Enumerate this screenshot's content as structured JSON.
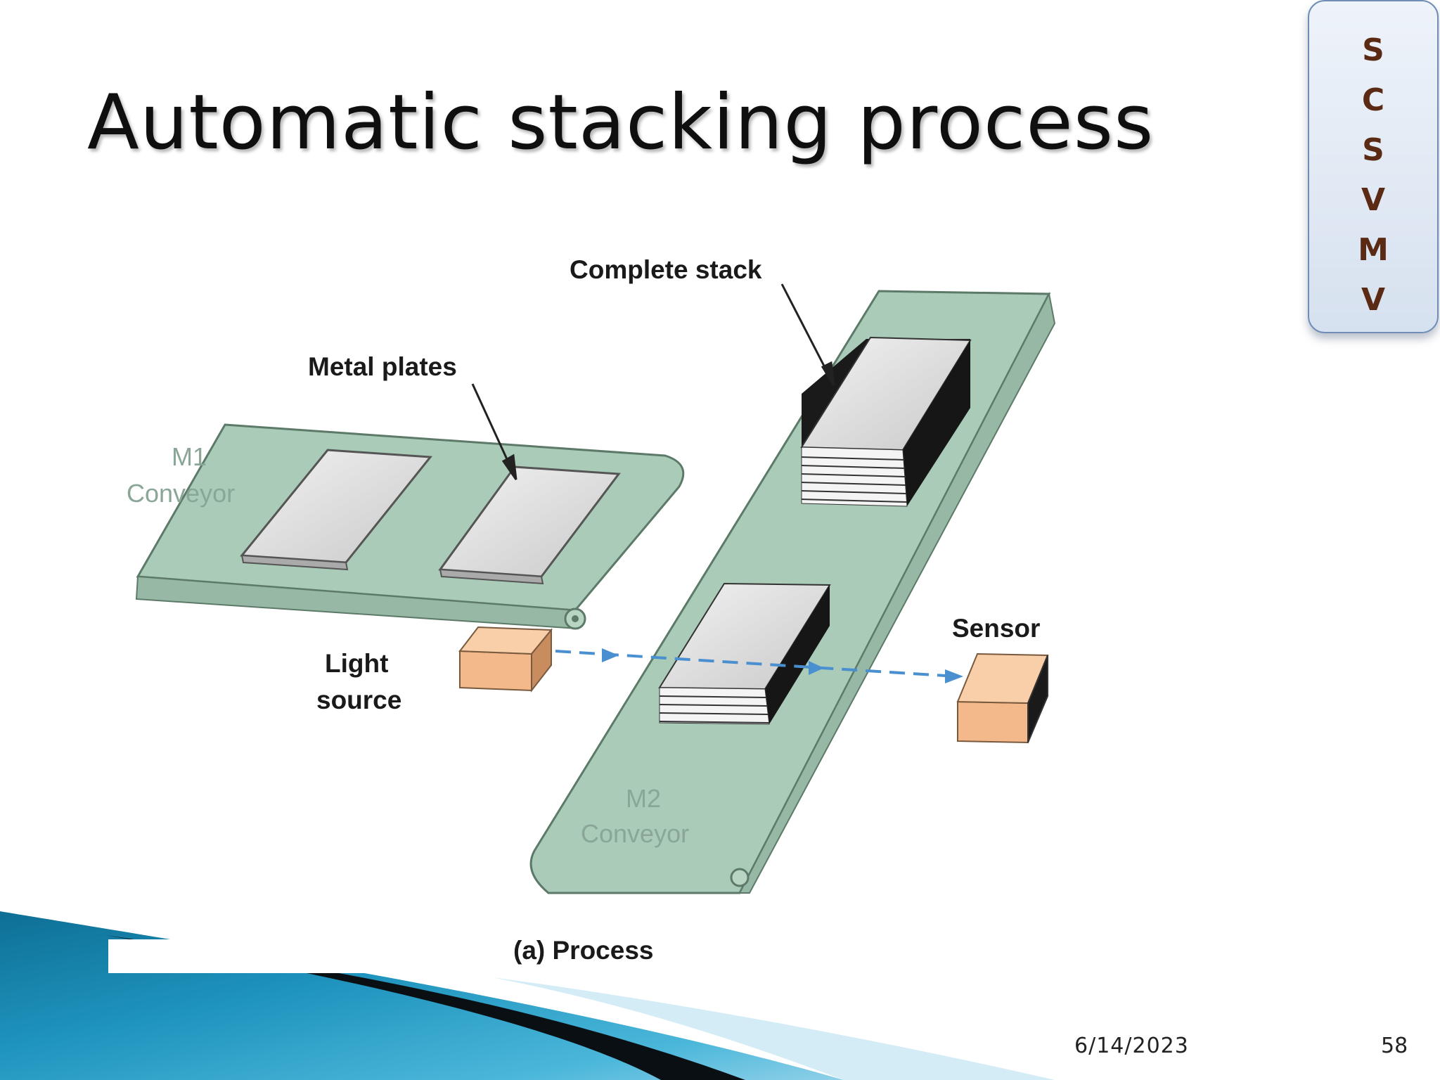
{
  "slide": {
    "title": "Automatic stacking process",
    "badge_letters": [
      "S",
      "C",
      "S",
      "V",
      "M",
      "V"
    ],
    "date": "6/14/2023",
    "page_number": "58"
  },
  "diagram": {
    "labels": {
      "complete_stack": "Complete stack",
      "metal_plates": "Metal plates",
      "m1_line1": "M1",
      "m1_line2": "Conveyor",
      "m2_line1": "M2",
      "m2_line2": "Conveyor",
      "light_line1": "Light",
      "light_line2": "source",
      "sensor": "Sensor",
      "caption": "(a) Process"
    },
    "colors": {
      "conveyor": "#a9cbb7",
      "conveyor_edge": "#5d7a69",
      "plate": "#d9d9d9",
      "box": "#f3b98a",
      "beam": "#4a8fd0"
    }
  }
}
